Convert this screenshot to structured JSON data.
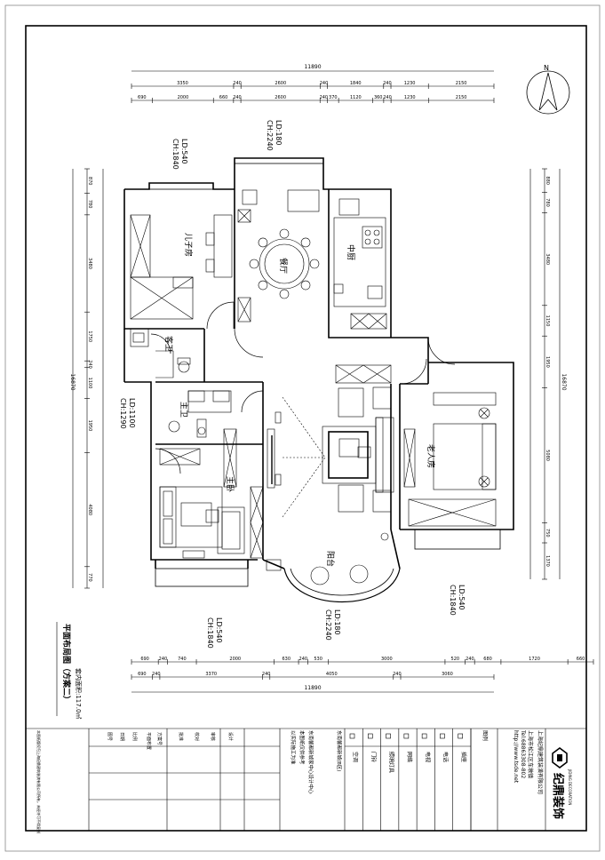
{
  "dims": {
    "top_total": "11890",
    "top_row1": [
      "3350",
      "240",
      "2600",
      "240",
      "1840",
      "240",
      "1230",
      "2150"
    ],
    "top_row2": [
      "690",
      "2000",
      "660",
      "240",
      "2600",
      "240",
      "370",
      "1120",
      "360",
      "240",
      "1230",
      "2150"
    ],
    "bottom_row1": [
      "690",
      "240",
      "740",
      "2000",
      "630",
      "240",
      "530",
      "3000",
      "520",
      "240",
      "680",
      "1720",
      "660"
    ],
    "bottom_row2": [
      "690",
      "240",
      "3370",
      "240",
      "4050",
      "240",
      "3060"
    ],
    "bottom_total": "11890",
    "left_row": [
      "870",
      "780",
      "3480",
      "1750",
      "240",
      "1100",
      "1950",
      "4080",
      "770"
    ],
    "left_total": "16870",
    "right_row": [
      "880",
      "780",
      "3480",
      "1150",
      "1950",
      "5080",
      "750",
      "1370"
    ],
    "right_total": "16870"
  },
  "ceiling_notes": {
    "top": [
      "LD:180",
      "CH:2240"
    ],
    "upper_left": [
      "LD:540",
      "CH:1840"
    ],
    "middle_left": [
      "LD:1100",
      "CH:1290"
    ],
    "bottom_left": [
      "LD:540",
      "CH:1840"
    ],
    "bottom_center": [
      "LD:180",
      "CH:2240"
    ],
    "right": [
      "LD:540",
      "CH:1840"
    ]
  },
  "rooms": {
    "kids": "儿子房",
    "dining": "餐厅",
    "kitchen": "中厨",
    "guest_bath": "客卫",
    "master_bath": "主卫",
    "master_bed": "主卧",
    "elder_bed": "老人房",
    "balcony": "阳台"
  },
  "plan_title": "平面布局图（方案二）",
  "area_note": "套内面积:117.0㎡",
  "title_block": {
    "company": "上海纪鼎建筑装潢有限公司",
    "logo_text": "纪鼎装饰",
    "logo_sub": "JIDING DECORATION",
    "address": "上海市松江区车墩镇",
    "tel": "Tel:68863308-802",
    "web": "http://www.tsde.net",
    "legend_header": "图例",
    "legend_items": [
      "插座",
      "电话",
      "电视",
      "网络",
      "照明灯具",
      "门铃",
      "空调"
    ],
    "project_left": "东南馨都新城(B区)",
    "project_right": "东南馨都新城家中心设计中心",
    "design_notes": [
      "本图纸仅供参考",
      "以实际施工为准"
    ],
    "row_labels": [
      "设计",
      "审核",
      "校对",
      "批准"
    ],
    "cell_values": [
      "方案号",
      "平面布置"
    ],
    "small_labels": [
      "比例",
      "日期",
      "图号"
    ],
    "footer_note": "本图纸版权归上海纪鼎建筑装潢有限公司所有，未经许可不得复制"
  }
}
